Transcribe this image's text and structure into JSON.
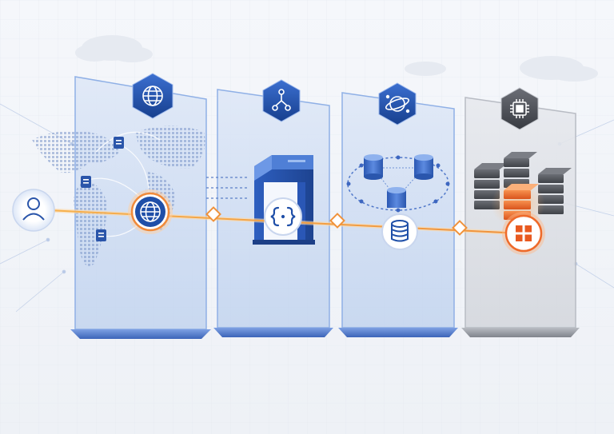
{
  "scene": {
    "colors": {
      "background": "#f3f5f9",
      "panel_blue": "#c9d8ef",
      "panel_edge": "#5b84d3",
      "hex_blue": "#1f4fa8",
      "hex_gray": "#4a4d55",
      "flow_orange": "#f5a03c",
      "accent_orange": "#ee6a2a",
      "cylinder_blue": "#3567c4",
      "server_gray": "#56595f"
    },
    "stages": [
      {
        "id": "user",
        "icon": "user-icon"
      },
      {
        "id": "global-network",
        "badge_icon": "globe-icon",
        "node_icon": "globe-icon",
        "decor": "world-map"
      },
      {
        "id": "api-gateway",
        "badge_icon": "share-nodes-icon",
        "node_icon": "code-braces-icon",
        "decor": "server-tower"
      },
      {
        "id": "distributed-database",
        "badge_icon": "planet-orbit-icon",
        "node_icon": "database-icon",
        "decor": "database-ring"
      },
      {
        "id": "compute",
        "badge_icon": "cpu-chip-icon",
        "node_icon": "windows-grid-icon",
        "decor": "server-stacks"
      }
    ],
    "connectors": [
      "diamond-connector",
      "diamond-connector",
      "diamond-connector"
    ]
  }
}
